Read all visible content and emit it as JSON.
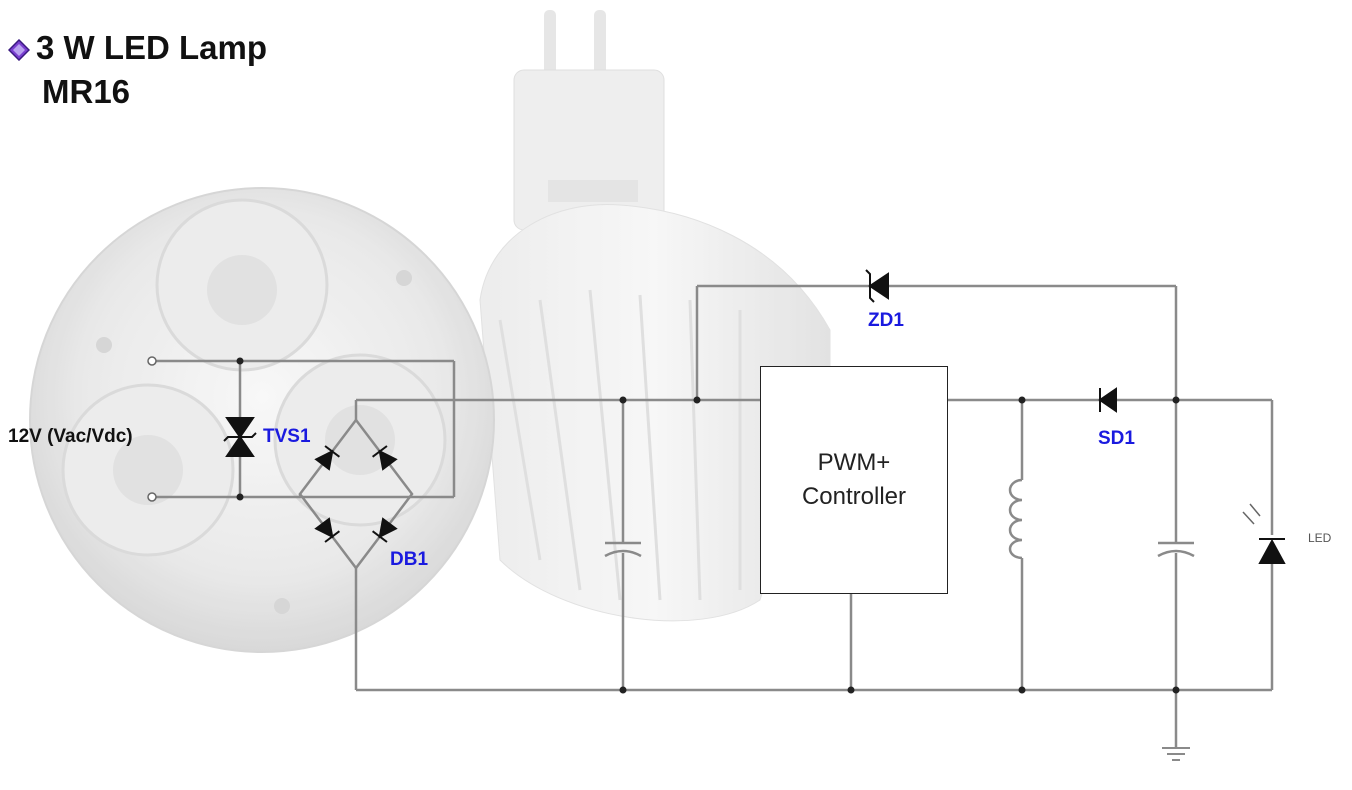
{
  "title": {
    "line1": "3 W LED Lamp",
    "line2": "MR16"
  },
  "labels": {
    "supply": "12V (Vac/Vdc)",
    "tvs": "TVS1",
    "bridge": "DB1",
    "zener": "ZD1",
    "schottky": "SD1",
    "led": "LED"
  },
  "controller": {
    "line1": "PWM+",
    "line2": "Controller"
  },
  "colors": {
    "component_label": "#1a1adf",
    "wire": "#8a8a8a",
    "bullet": "#7a3fd0"
  }
}
